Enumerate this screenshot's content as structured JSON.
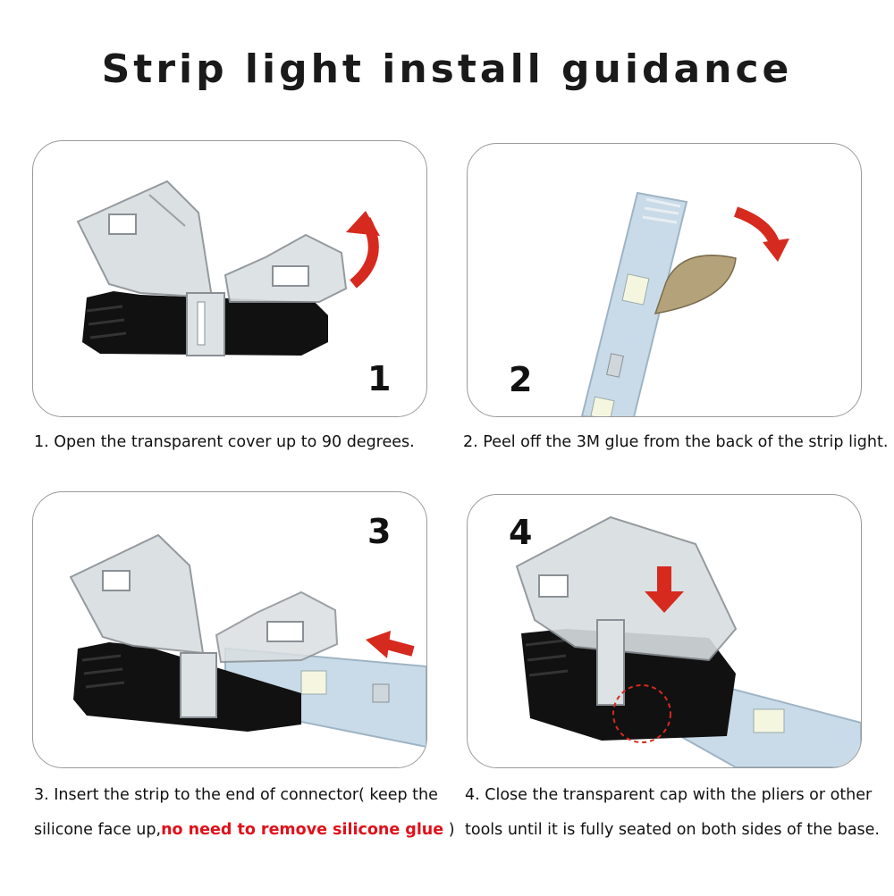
{
  "title": "Strip light install guidance",
  "steps": [
    {
      "number": "1",
      "caption": "1. Open the transparent cover up to 90 degrees."
    },
    {
      "number": "2",
      "caption": "2. Peel off the 3M glue from the back of the strip light."
    },
    {
      "number": "3",
      "caption_line1": "3. Insert the strip to the end of connector( keep the",
      "caption_line2_prefix": "silicone face up,",
      "caption_highlight": "no need to remove silicone glue",
      "caption_line2_suffix": " )"
    },
    {
      "number": "4",
      "caption_line1": "4. Close the transparent cap with the pliers or other",
      "caption_line2": "tools until it is fully seated on both sides of the base."
    }
  ],
  "colors": {
    "arrow": "#d62a1e",
    "highlight": "#e0101a",
    "connector_base": "#111111",
    "strip": "#c9dbe8"
  },
  "icons": [
    "curved-arrow-icon",
    "down-arrow-icon",
    "left-arrow-icon",
    "dashed-circle-icon"
  ]
}
